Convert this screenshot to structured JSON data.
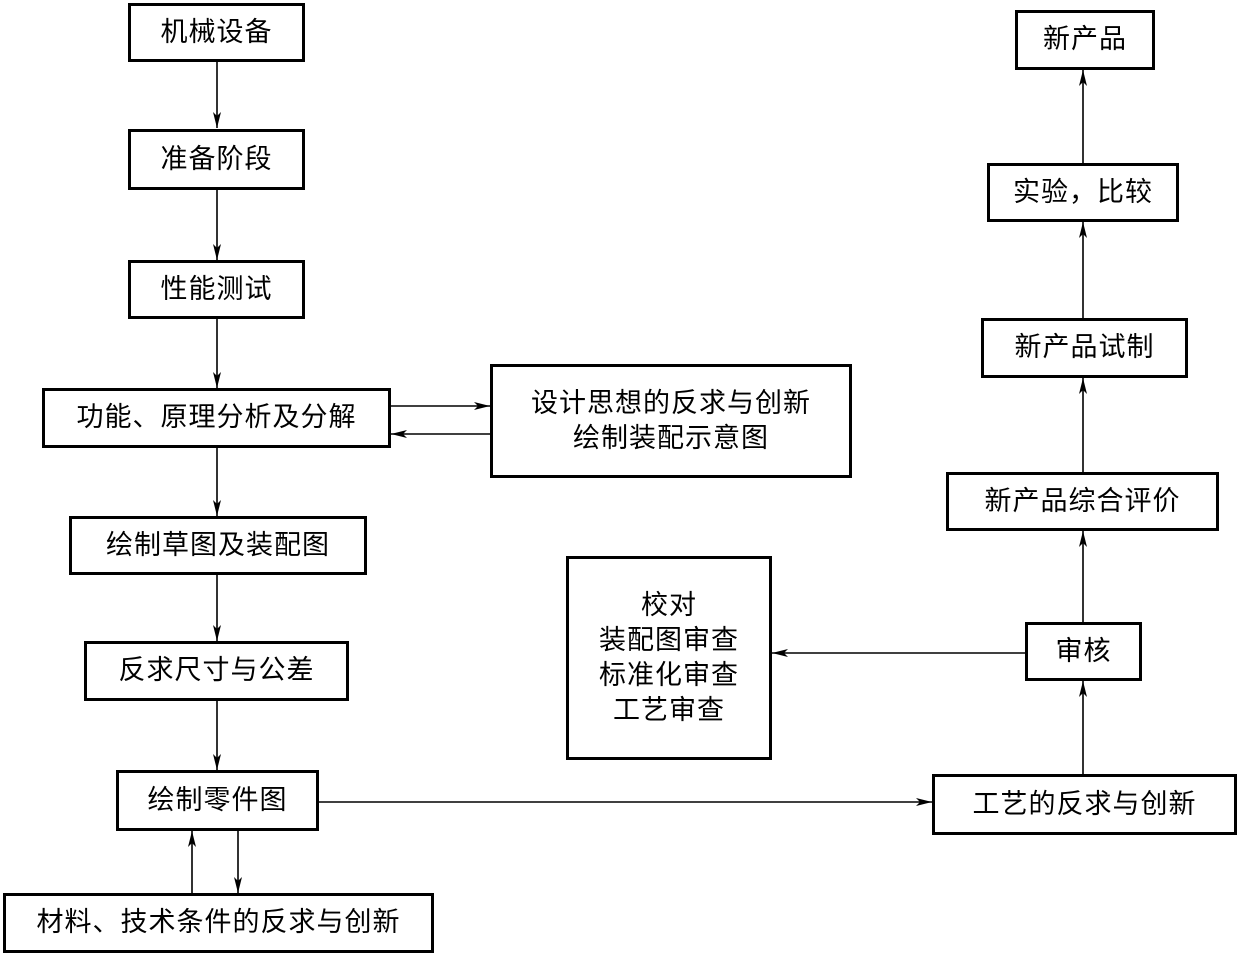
{
  "colors": {
    "stroke": "#000000",
    "background": "#ffffff"
  },
  "nodes": {
    "machine": "机械设备",
    "prep": "准备阶段",
    "perf_test": "性能测试",
    "analysis": "功能、原理分析及分解",
    "design_idea_1": "设计思想的反求与创新",
    "design_idea_2": "绘制装配示意图",
    "sketch": "绘制草图及装配图",
    "dimensions": "反求尺寸与公差",
    "parts": "绘制零件图",
    "materials": "材料、技术条件的反求与创新",
    "process": "工艺的反求与创新",
    "review": "审核",
    "check_1": "校对",
    "check_2": "装配图审查",
    "check_3": "标准化审查",
    "check_4": "工艺审查",
    "evaluation": "新产品综合评价",
    "trial": "新产品试制",
    "experiment": "实验，比较",
    "new_product": "新产品"
  }
}
